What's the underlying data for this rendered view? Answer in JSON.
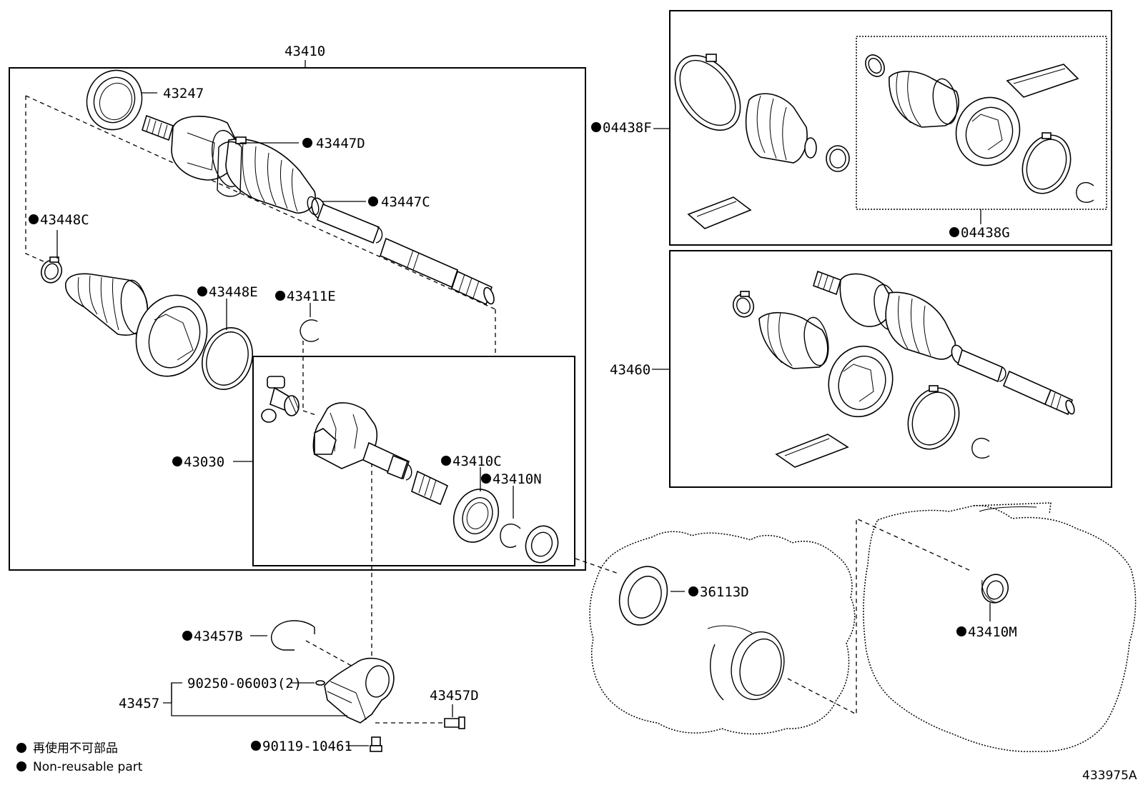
{
  "diagram_number": "433975A",
  "legend": {
    "line_ja": "再使用不可部品",
    "line_en": "Non-reusable part"
  },
  "labels": {
    "p43410": "43410",
    "p43247": "43247",
    "p43447D": "43447D",
    "p43447C": "43447C",
    "p43448C": "43448C",
    "p43448E": "43448E",
    "p43411E": "43411E",
    "p43030": "43030",
    "p43410C": "43410C",
    "p43410N": "43410N",
    "p04438F": "04438F",
    "p04438G": "04438G",
    "p43460": "43460",
    "p36113D": "36113D",
    "p43410M": "43410M",
    "p43457B": "43457B",
    "p43457": "43457",
    "p90250": "90250-06003(2)",
    "p43457D": "43457D",
    "p90119": "90119-10461"
  }
}
